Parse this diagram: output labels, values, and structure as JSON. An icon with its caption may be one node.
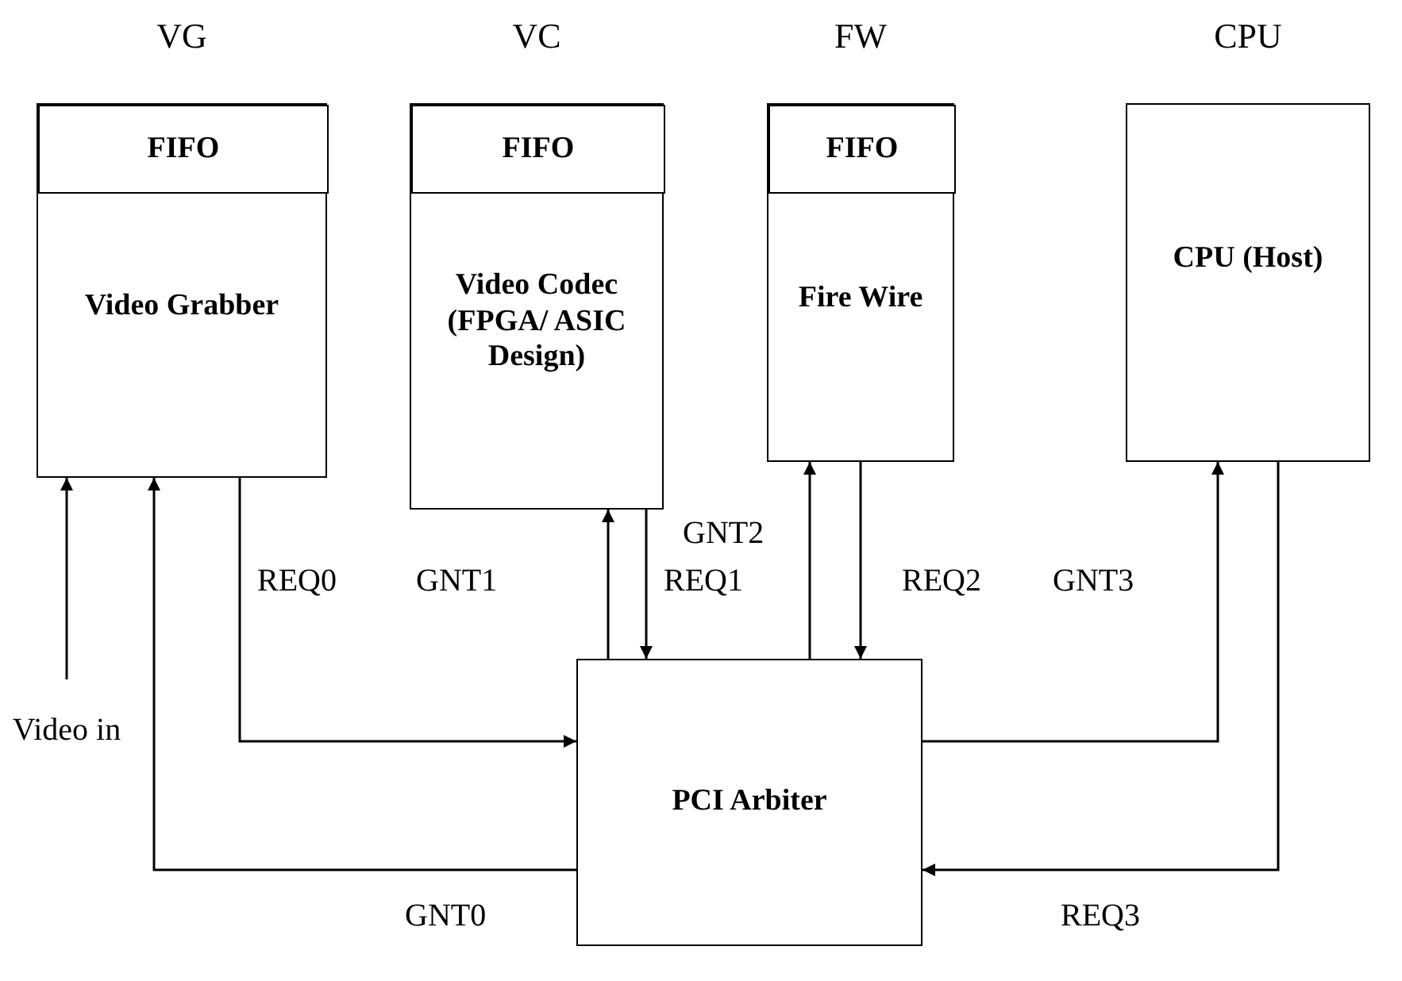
{
  "diagram": {
    "nodes": [
      {
        "text": [
          "VG",
          "Video Grabber"
        ]
      },
      {
        "text": [
          "FIFO"
        ],
        "in": 0
      },
      {
        "text": [
          "VC",
          "Video Codec (FPGA/ ASIC Design)"
        ]
      },
      {
        "text": [
          "FIFO"
        ],
        "in": 2
      },
      {
        "text": [
          "FW",
          "Fire Wire"
        ]
      },
      {
        "text": [
          "FIFO"
        ],
        "in": 4
      },
      {
        "text": [
          "CPU",
          "CPU (Host)"
        ]
      },
      {
        "text": [
          "PCI Arbiter"
        ]
      },
      {
        "text": [
          "Video in"
        ]
      }
    ],
    "edges": [
      {
        "from": 8,
        "to": 0,
        "arrow": "to"
      },
      {
        "from": 0,
        "to": 7,
        "arrow": "to",
        "label": "REQ0"
      },
      {
        "from": 7,
        "to": 0,
        "arrow": "to",
        "label": "GNT0"
      },
      {
        "from": 7,
        "to": 2,
        "arrow": "to",
        "label": "GNT1"
      },
      {
        "from": 2,
        "to": 7,
        "arrow": "to",
        "label": "REQ1"
      },
      {
        "from": 7,
        "to": 4,
        "arrow": "to",
        "label": "GNT2"
      },
      {
        "from": 4,
        "to": 7,
        "arrow": "to",
        "label": "REQ2"
      },
      {
        "from": 7,
        "to": 6,
        "arrow": "to",
        "label": "GNT3"
      },
      {
        "from": 6,
        "to": 7,
        "arrow": "to",
        "label": "REQ3"
      }
    ]
  }
}
